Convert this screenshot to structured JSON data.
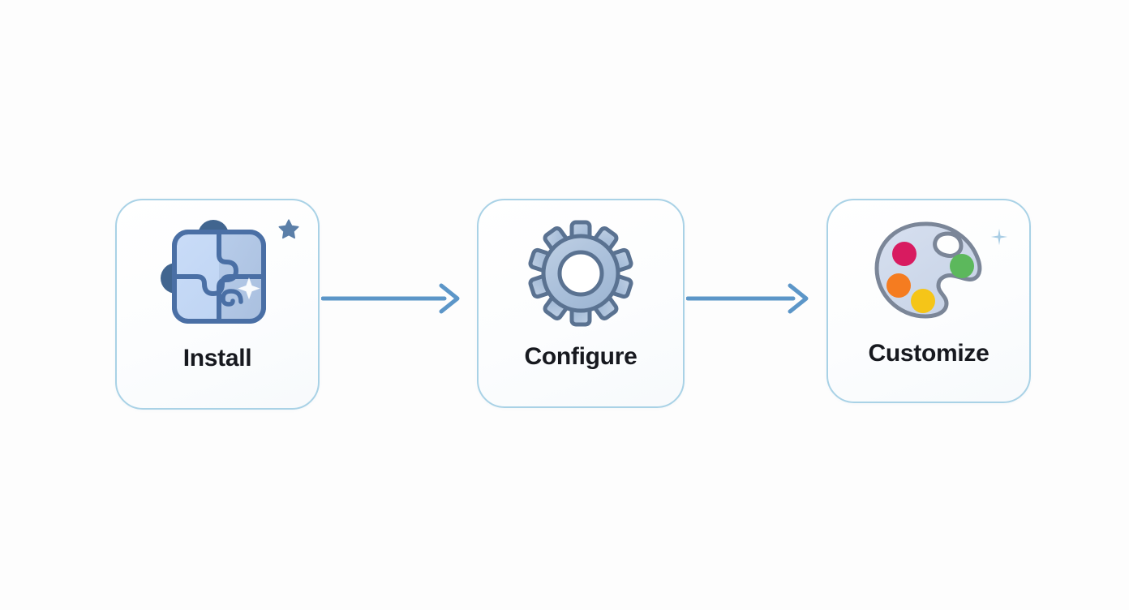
{
  "diagram": {
    "title": "Install Configure Customize flow",
    "type": "horizontal-3-step-flow",
    "background_color": "#fdfdfd",
    "card_border_color": "#a9d2e6",
    "arrow_color": "#5c96c8",
    "label_color": "#17191f",
    "steps": [
      {
        "index": 1,
        "label": "Install",
        "icon": "puzzle-piece-icon",
        "decoration": "star-icon",
        "icon_colors": {
          "fill_light": "#c3d8f5",
          "fill_mid": "#b0c6e6",
          "outline": "#4a6fa5",
          "knob": "#41658f",
          "sparkle": "#ffffff"
        },
        "decoration_color": "#5b7fa8"
      },
      {
        "index": 2,
        "label": "Configure",
        "icon": "gear-icon",
        "decoration": null,
        "icon_colors": {
          "fill_light": "#b4c7de",
          "fill_mid": "#9fb6d2",
          "outline": "#5a7291",
          "hole": "#ffffff"
        },
        "decoration_color": null
      },
      {
        "index": 3,
        "label": "Customize",
        "icon": "paint-palette-icon",
        "decoration": "sparkle-icon",
        "icon_colors": {
          "fill_light": "#ccd6ea",
          "outline": "#7b8698",
          "paint_crimson": "#d81b60",
          "paint_green": "#5cb85c",
          "paint_orange": "#f57c20",
          "paint_yellow": "#f5c518"
        },
        "decoration_color": "#a8cde4"
      }
    ],
    "connectors": [
      {
        "index": 1,
        "from": "Install",
        "to": "Configure",
        "style": "arrow-right"
      },
      {
        "index": 2,
        "from": "Configure",
        "to": "Customize",
        "style": "arrow-right"
      }
    ]
  }
}
